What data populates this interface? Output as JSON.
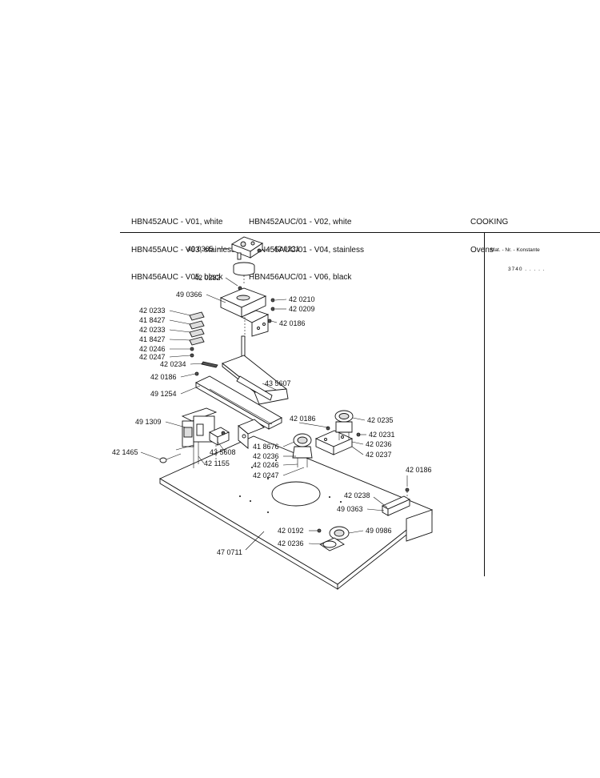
{
  "header": {
    "models_col1": [
      "HBN452AUC - V01, white",
      "HBN455AUC - V03, stainless",
      "HBN456AUC - V05, black"
    ],
    "models_col2": [
      "HBN452AUC/01 - V02, white",
      "HBN455AUC/01 - V04, stainless",
      "HBN456AUC/01 - V06, black"
    ],
    "category": "COOKING",
    "subcategory": "Ovens"
  },
  "constant_block": {
    "label": "Mat. - Nr. - Konstante",
    "value": "3740 . . . . ."
  },
  "part_labels": [
    "49 0365",
    "42 0231",
    "42 0232",
    "49 0366",
    "42 0210",
    "42 0209",
    "42 0186",
    "42 0233",
    "41 8427",
    "42 0233",
    "41 8427",
    "42 0246",
    "42 0247",
    "42 0234",
    "42 0186",
    "43 5607",
    "49 1254",
    "49 1309",
    "42 0186",
    "42 0235",
    "42 0231",
    "41 8676",
    "42 0236",
    "42 0237",
    "42 0236",
    "42 0246",
    "42 0247",
    "43 5608",
    "42 1465",
    "42 1155",
    "42 0186",
    "42 0238",
    "49 0363",
    "42 0192",
    "49 0986",
    "42 0236",
    "47 0711"
  ]
}
